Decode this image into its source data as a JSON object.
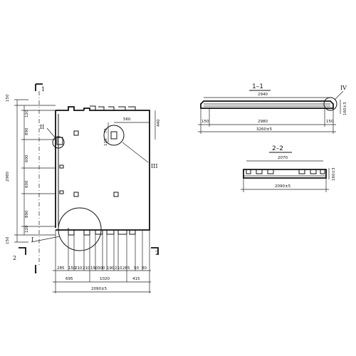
{
  "plan": {
    "top_dim_label": "150",
    "top_dim_label_2": "120",
    "vertical_dims": [
      "890",
      "600",
      "600",
      "890"
    ],
    "total_height_label": "2980",
    "bottom_dim_label": "120",
    "bottom_dim_label_2": "150",
    "hole_dim_560": "560",
    "hole_dim_75": "75",
    "hole_dim_125": "125",
    "hole_dim_side": "440",
    "bottom_chain": [
      "285",
      "150",
      "210",
      "210",
      "150",
      "300",
      "190",
      "210",
      "285",
      "50",
      "80"
    ],
    "bottom_chain_2": [
      "695",
      "1020",
      "415"
    ],
    "bottom_total": "2090±5",
    "section_mark_1": "1",
    "section_mark_2": "2",
    "callout_I": "I",
    "callout_II": "II",
    "callout_III": "III"
  },
  "section_1": {
    "title": "1–1",
    "top_dim": "2940",
    "inner_dim": "2980",
    "left_dim": "150",
    "right_dim": "150",
    "total_dim": "3260±5",
    "callout": "IV",
    "height_dim": "160±3"
  },
  "section_2": {
    "title": "2–2",
    "top_dim": "2070",
    "total_dim": "2090±5",
    "height_dim": "160±3"
  }
}
